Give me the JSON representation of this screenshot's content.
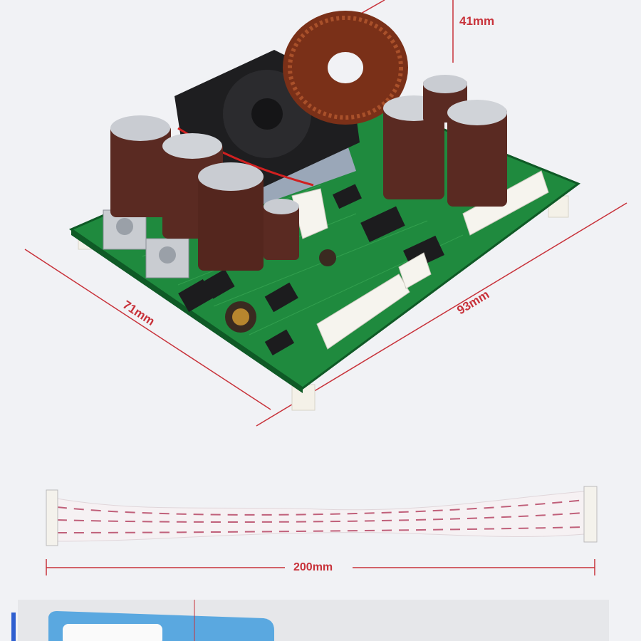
{
  "dimensions": {
    "height": "41mm",
    "width": "71mm",
    "length": "93mm",
    "cable_length": "200mm"
  },
  "colors": {
    "pcb": "#1f8a3e",
    "dimension_line": "#c8323a",
    "capacitor": "#5a2a22",
    "background": "#f1f2f5"
  }
}
